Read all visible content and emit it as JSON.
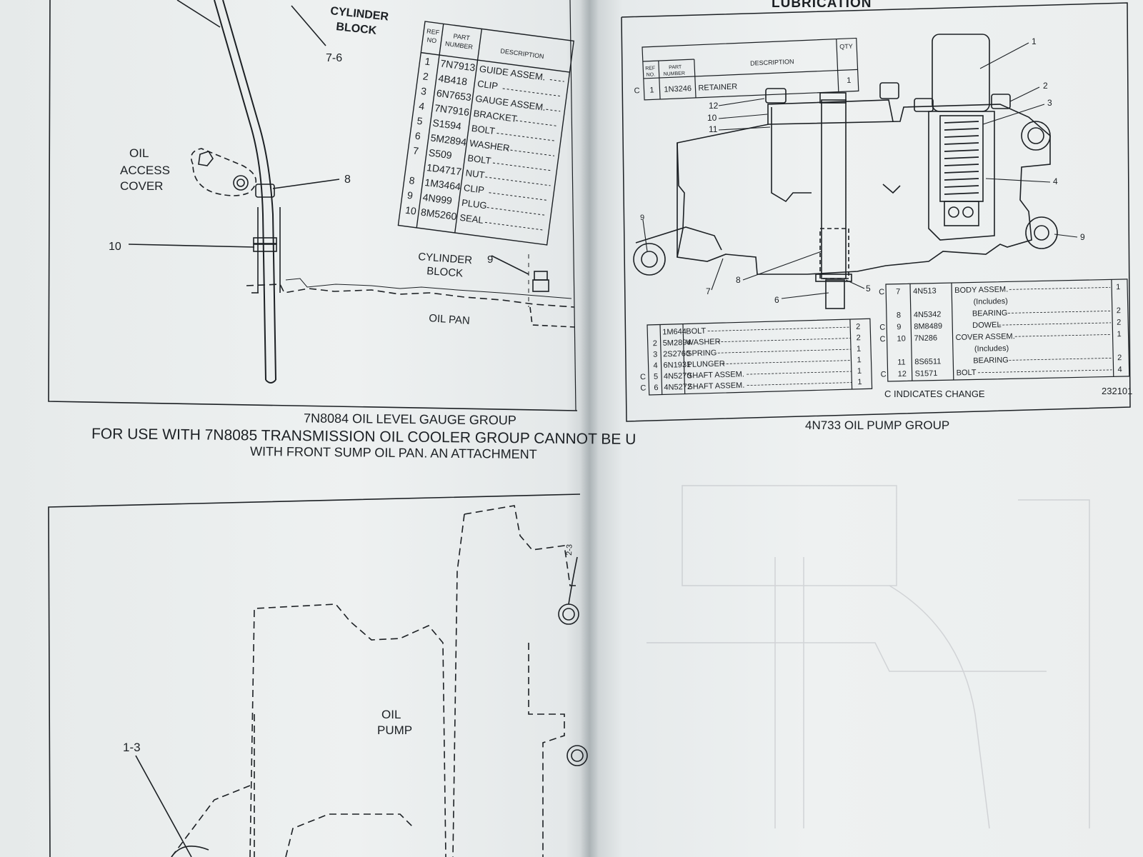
{
  "left_page": {
    "figure1": {
      "labels": {
        "cylinder_block_top": [
          "CYLINDER",
          "BLOCK"
        ],
        "callout_7_6": "7-6",
        "oil_access_cover": [
          "OIL",
          "ACCESS",
          "COVER"
        ],
        "callout_8": "8",
        "callout_10": "10",
        "cylinder_block_bottom": [
          "CYLINDER",
          "BLOCK"
        ],
        "callout_9": "9",
        "oil_pan": "OIL PAN"
      },
      "parts_table": {
        "headers": {
          "ref_no": [
            "REF",
            "NO"
          ],
          "part_number": [
            "PART",
            "NUMBER"
          ],
          "description": "DESCRIPTION"
        },
        "rows": [
          {
            "ref": "1",
            "part": "7N7913",
            "desc": "GUIDE ASSEM."
          },
          {
            "ref": "2",
            "part": "4B418",
            "desc": "CLIP"
          },
          {
            "ref": "3",
            "part": "6N7653",
            "desc": "GAUGE ASSEM."
          },
          {
            "ref": "4",
            "part": "7N7916",
            "desc": "BRACKET"
          },
          {
            "ref": "5",
            "part": "S1594",
            "desc": "BOLT"
          },
          {
            "ref": "6",
            "part": "5M2894",
            "desc": "WASHER"
          },
          {
            "ref": "7",
            "part": "S509",
            "desc": "BOLT"
          },
          {
            "ref": "",
            "part": "1D4717",
            "desc": "NUT"
          },
          {
            "ref": "8",
            "part": "1M3464",
            "desc": "CLIP"
          },
          {
            "ref": "9",
            "part": "4N999",
            "desc": "PLUG"
          },
          {
            "ref": "10",
            "part": "8M5260",
            "desc": "SEAL"
          }
        ]
      }
    },
    "caption": {
      "line1": "7N8084 OIL LEVEL GAUGE GROUP",
      "line2": "FOR USE WITH 7N8085 TRANSMISSION OIL COOLER GROUP CANNOT BE U",
      "line3": "WITH FRONT SUMP OIL PAN. AN ATTACHMENT"
    },
    "figure2": {
      "callout_2_3": "2-3",
      "oil_pump": [
        "OIL",
        "PUMP"
      ],
      "callout_1_3": "1-3"
    }
  },
  "right_page": {
    "header": "LUBRICATION",
    "retainer_table": {
      "headers": {
        "ref_no": [
          "REF",
          "NO."
        ],
        "part_number": [
          "PART",
          "NUMBER"
        ],
        "description": "DESCRIPTION",
        "qty": "QTY"
      },
      "rows": [
        {
          "change": "C",
          "ref": "1",
          "part": "1N3246",
          "desc": "RETAINER",
          "qty": "1"
        }
      ]
    },
    "callouts": [
      "1",
      "2",
      "3",
      "4",
      "5",
      "6",
      "7",
      "8",
      "9",
      "9",
      "10",
      "11",
      "12"
    ],
    "table_a": {
      "rows": [
        {
          "change": "",
          "ref": "",
          "part": "1M644",
          "desc": "BOLT",
          "qty": "2"
        },
        {
          "change": "",
          "ref": "2",
          "part": "5M2894",
          "desc": "WASHER",
          "qty": "2"
        },
        {
          "change": "",
          "ref": "3",
          "part": "2S2760",
          "desc": "SPRING",
          "qty": "1"
        },
        {
          "change": "",
          "ref": "4",
          "part": "6N1931",
          "desc": "PLUNGER",
          "qty": "1"
        },
        {
          "change": "C",
          "ref": "5",
          "part": "4N5270",
          "desc": "SHAFT ASSEM.",
          "qty": "1"
        },
        {
          "change": "C",
          "ref": "6",
          "part": "4N5272",
          "desc": "SHAFT ASSEM.",
          "qty": "1"
        }
      ]
    },
    "table_b": {
      "rows": [
        {
          "change": "C",
          "ref": "7",
          "part": "4N513",
          "desc": "BODY ASSEM.",
          "qty": "1"
        },
        {
          "change": "",
          "ref": "",
          "part": "",
          "desc": "(Includes)",
          "qty": ""
        },
        {
          "change": "",
          "ref": "8",
          "part": "4N5342",
          "desc": "BEARING",
          "qty": "2"
        },
        {
          "change": "C",
          "ref": "9",
          "part": "8M8489",
          "desc": "DOWEL",
          "qty": "2"
        },
        {
          "change": "C",
          "ref": "10",
          "part": "7N286",
          "desc": "COVER ASSEM.",
          "qty": "1"
        },
        {
          "change": "",
          "ref": "",
          "part": "",
          "desc": "(Includes)",
          "qty": ""
        },
        {
          "change": "",
          "ref": "11",
          "part": "8S6511",
          "desc": "BEARING",
          "qty": "2"
        },
        {
          "change": "C",
          "ref": "12",
          "part": "S1571",
          "desc": "BOLT",
          "qty": "4"
        }
      ]
    },
    "note": "C INDICATES CHANGE",
    "illustration_number": "232101",
    "caption": "4N733 OIL PUMP GROUP"
  },
  "colors": {
    "paper": "#eef1f1",
    "ink": "#1c2024",
    "shadow": "#c7cdcf"
  }
}
